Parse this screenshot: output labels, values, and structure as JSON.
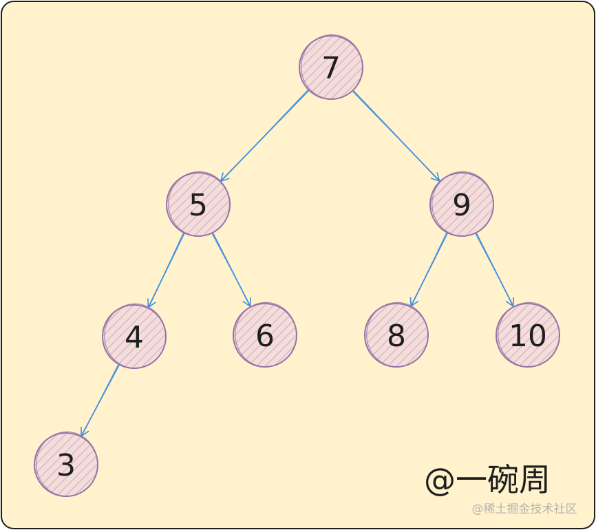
{
  "colors": {
    "background": "#fff2cc",
    "frame_stroke": "#1e1e1e",
    "node_fill": "#f3dede",
    "node_hatch": "#e3b6b9",
    "node_stroke": "#9673a6",
    "edge_stroke": "#3e8fe0",
    "label_color": "#1e1e1e"
  },
  "tree": {
    "nodes": [
      {
        "id": "n7",
        "label": "7"
      },
      {
        "id": "n5",
        "label": "5"
      },
      {
        "id": "n9",
        "label": "9"
      },
      {
        "id": "n4",
        "label": "4"
      },
      {
        "id": "n6",
        "label": "6"
      },
      {
        "id": "n8",
        "label": "8"
      },
      {
        "id": "n10",
        "label": "10"
      },
      {
        "id": "n3",
        "label": "3"
      }
    ],
    "edges": [
      {
        "from": "n7",
        "to": "n5"
      },
      {
        "from": "n7",
        "to": "n9"
      },
      {
        "from": "n5",
        "to": "n4"
      },
      {
        "from": "n5",
        "to": "n6"
      },
      {
        "from": "n9",
        "to": "n8"
      },
      {
        "from": "n9",
        "to": "n10"
      },
      {
        "from": "n4",
        "to": "n3"
      }
    ]
  },
  "watermark": {
    "author": "@一碗周",
    "site": "@稀土掘金技术社区"
  }
}
